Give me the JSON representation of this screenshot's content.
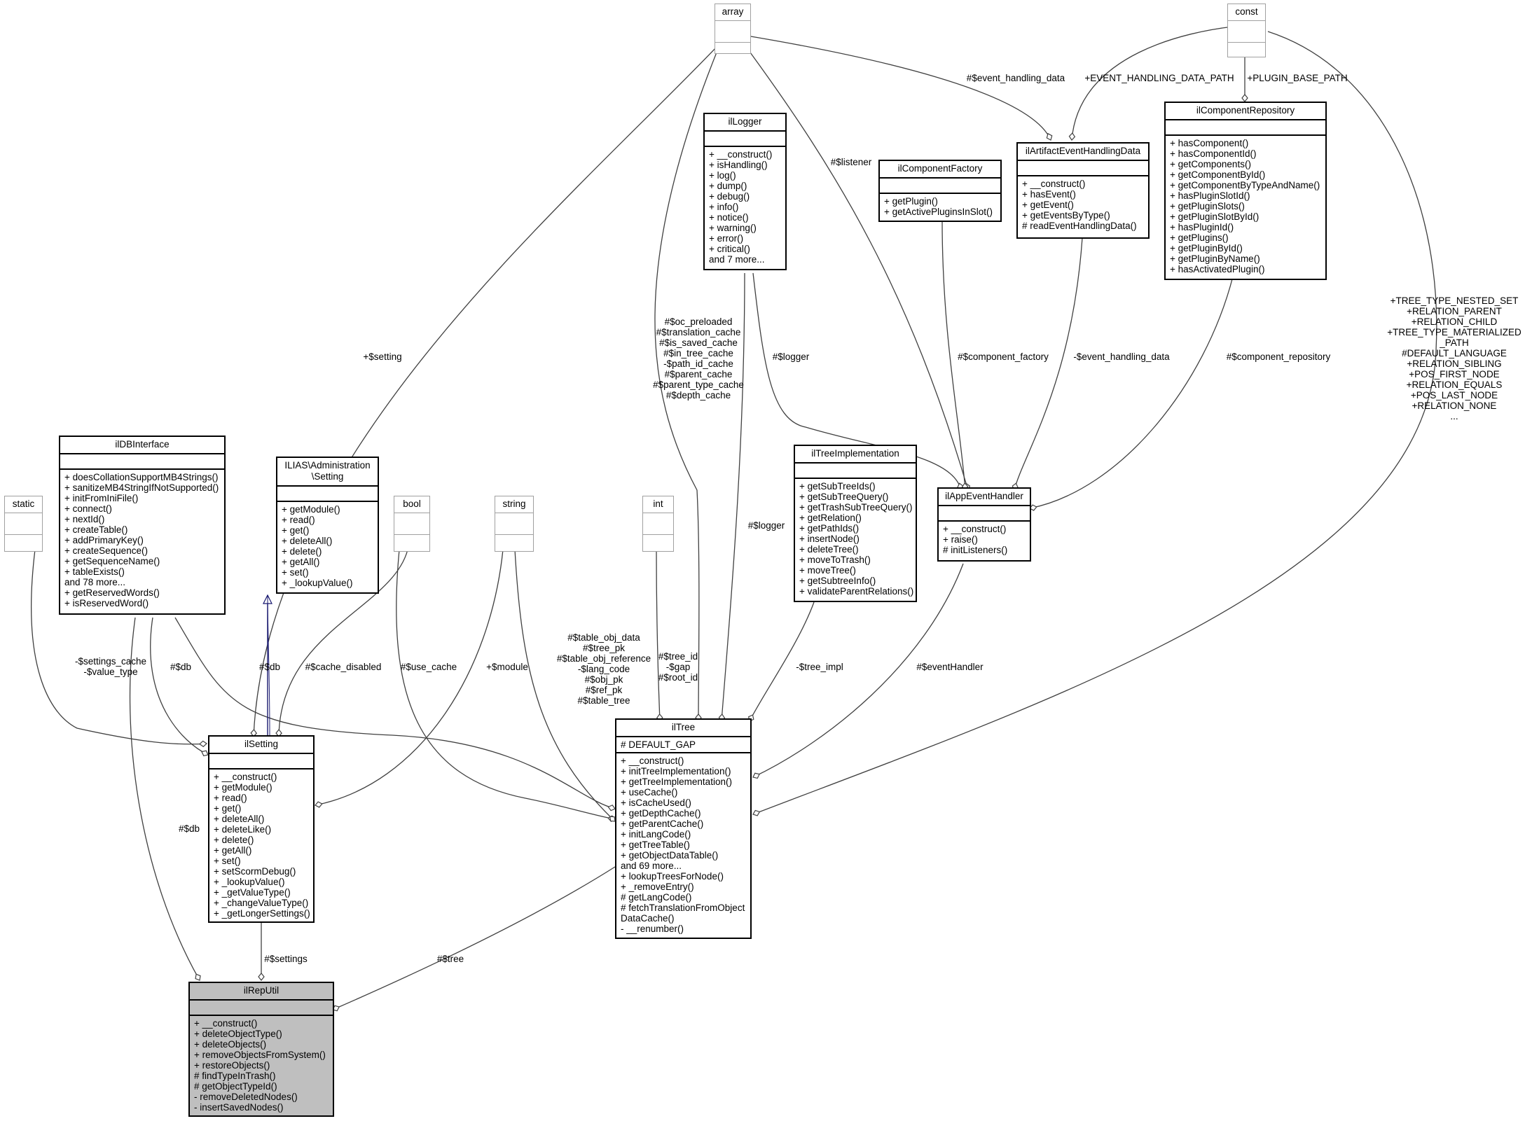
{
  "classes": {
    "array": {
      "name": "array"
    },
    "const": {
      "name": "const"
    },
    "static": {
      "name": "static"
    },
    "bool": {
      "name": "bool"
    },
    "string": {
      "name": "string"
    },
    "int": {
      "name": "int"
    },
    "ilLogger": {
      "name": "ilLogger",
      "methods": "+ __construct()\n+ isHandling()\n+ log()\n+ dump()\n+ debug()\n+ info()\n+ notice()\n+ warning()\n+ error()\n+ critical()\nand 7 more..."
    },
    "ilComponentFactory": {
      "name": "ilComponentFactory",
      "methods": "+ getPlugin()\n+ getActivePluginsInSlot()"
    },
    "ilArtifactEventHandlingData": {
      "name": "ilArtifactEventHandlingData",
      "methods": "+ __construct()\n+ hasEvent()\n+ getEvent()\n+ getEventsByType()\n# readEventHandlingData()"
    },
    "ilComponentRepository": {
      "name": "ilComponentRepository",
      "methods": "+ hasComponent()\n+ hasComponentId()\n+ getComponents()\n+ getComponentById()\n+ getComponentByTypeAndName()\n+ hasPluginSlotId()\n+ getPluginSlots()\n+ getPluginSlotById()\n+ hasPluginId()\n+ getPlugins()\n+ getPluginById()\n+ getPluginByName()\n+ hasActivatedPlugin()"
    },
    "ilDBInterface": {
      "name": "ilDBInterface",
      "methods": "+ doesCollationSupportMB4Strings()\n+ sanitizeMB4StringIfNotSupported()\n+ initFromIniFile()\n+ connect()\n+ nextId()\n+ createTable()\n+ addPrimaryKey()\n+ createSequence()\n+ getSequenceName()\n+ tableExists()\nand 78 more...\n+ getReservedWords()\n+ isReservedWord()"
    },
    "iliasSetting": {
      "name": "ILIAS\\Administration\n\\Setting",
      "methods": "+ getModule()\n+ read()\n+ get()\n+ deleteAll()\n+ delete()\n+ getAll()\n+ set()\n+ _lookupValue()"
    },
    "ilTreeImplementation": {
      "name": "ilTreeImplementation",
      "methods": "+ getSubTreeIds()\n+ getSubTreeQuery()\n+ getTrashSubTreeQuery()\n+ getRelation()\n+ getPathIds()\n+ insertNode()\n+ deleteTree()\n+ moveToTrash()\n+ moveTree()\n+ getSubtreeInfo()\n+ validateParentRelations()"
    },
    "ilAppEventHandler": {
      "name": "ilAppEventHandler",
      "methods": "+ __construct()\n+ raise()\n# initListeners()"
    },
    "ilSetting": {
      "name": "ilSetting",
      "methods": "+ __construct()\n+ getModule()\n+ read()\n+ get()\n+ deleteAll()\n+ deleteLike()\n+ delete()\n+ getAll()\n+ set()\n+ setScormDebug()\n+ _lookupValue()\n+ _getValueType()\n+ _changeValueType()\n+ _getLongerSettings()"
    },
    "ilTree": {
      "name": "ilTree",
      "attributes": "# DEFAULT_GAP",
      "methods": "+ __construct()\n+ initTreeImplementation()\n+ getTreeImplementation()\n+ useCache()\n+ isCacheUsed()\n+ getDepthCache()\n+ getParentCache()\n+ initLangCode()\n+ getTreeTable()\n+ getObjectDataTable()\nand 69 more...\n+ lookupTreesForNode()\n+ _removeEntry()\n# getLangCode()\n# fetchTranslationFromObject\nDataCache()\n- __renumber()"
    },
    "ilRepUtil": {
      "name": "ilRepUtil",
      "methods": "+ __construct()\n+ deleteObjectType()\n+ deleteObjects()\n+ removeObjectsFromSystem()\n+ restoreObjects()\n# findTypeInTrash()\n# getObjectTypeId()\n- removeDeletedNodes()\n- insertSavedNodes()"
    }
  },
  "edge_labels": {
    "event_handling_data_hash": "#$event_handling_data",
    "event_handling_data_path": "+EVENT_HANDLING_DATA_PATH",
    "plugin_base_path": "+PLUGIN_BASE_PATH",
    "listener": "#$listener",
    "setting": "+$setting",
    "caches": "#$oc_preloaded\n#$translation_cache\n#$is_saved_cache\n#$in_tree_cache\n-$path_id_cache\n#$parent_cache\n#$parent_type_cache\n#$depth_cache",
    "logger_handler": "#$logger",
    "component_factory": "#$component_factory",
    "event_handling_data_minus": "-$event_handling_data",
    "component_repository": "#$component_repository",
    "constants": "+TREE_TYPE_NESTED_SET\n+RELATION_PARENT\n+RELATION_CHILD\n+TREE_TYPE_MATERIALIZED\n_PATH\n#DEFAULT_LANGUAGE\n+RELATION_SIBLING\n+POS_FIRST_NODE\n+RELATION_EQUALS\n+POS_LAST_NODE\n+RELATION_NONE\n...",
    "logger_tree": "#$logger",
    "settings_cache": "-$settings_cache\n-$value_type",
    "db_setting": "#$db",
    "db_tree": "#$db",
    "cache_disabled": "#$cache_disabled",
    "use_cache": "#$use_cache",
    "module": "+$module",
    "table_fields": "#$table_obj_data\n#$tree_pk\n#$table_obj_reference\n-$lang_code\n#$obj_pk\n#$ref_pk\n#$table_tree",
    "tree_id": "#$tree_id\n-$gap\n#$root_id",
    "tree_impl": "-$tree_impl",
    "event_handler": "#$eventHandler",
    "db_reputil": "#$db",
    "settings": "#$settings",
    "tree": "#$tree"
  },
  "colors": {
    "focus_fill": "#bfbfbf",
    "grey_border": "#a0a0a0",
    "inherit_arrow": "#191970"
  }
}
